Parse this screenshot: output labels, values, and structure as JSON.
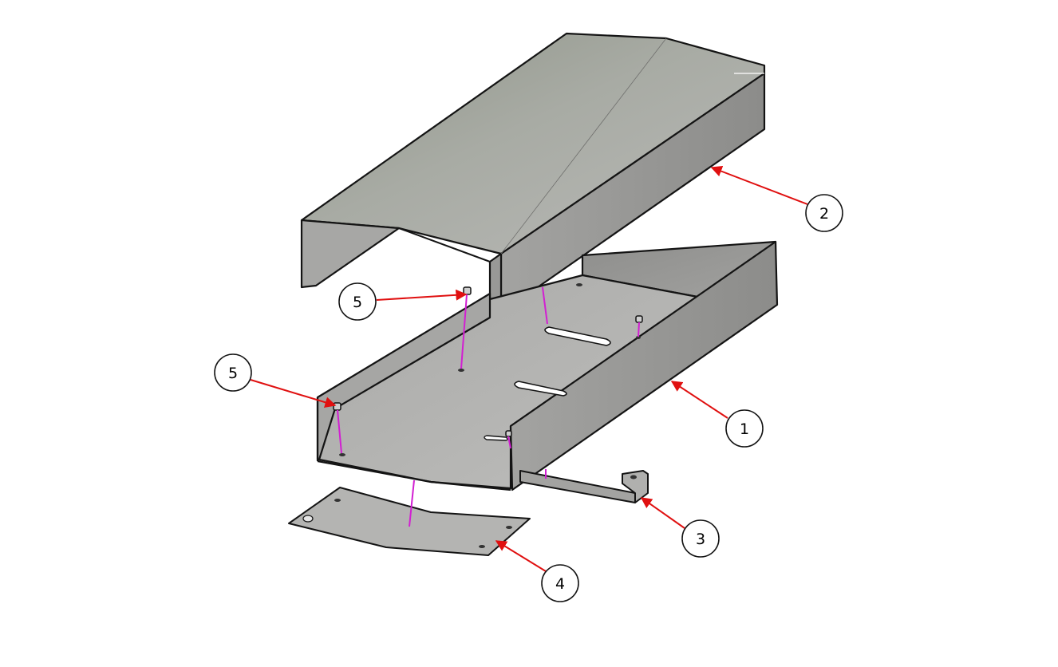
{
  "diagram": {
    "type": "exploded-assembly",
    "colors": {
      "metal_light": "#b2b2b0",
      "metal_mid": "#9c9c9a",
      "metal_dark": "#7d7d7b",
      "outline": "#141414",
      "leader_arrow": "#e01010",
      "assembly_line": "#d21fd2",
      "callout_fill": "#ffffff"
    },
    "callouts": [
      {
        "id": "callout-1",
        "label": "1",
        "part": "base-tray"
      },
      {
        "id": "callout-2",
        "label": "2",
        "part": "top-cover"
      },
      {
        "id": "callout-3",
        "label": "3",
        "part": "mounting-bracket"
      },
      {
        "id": "callout-4",
        "label": "4",
        "part": "bottom-plate"
      },
      {
        "id": "callout-5a",
        "label": "5",
        "part": "fastener"
      },
      {
        "id": "callout-5b",
        "label": "5",
        "part": "fastener"
      }
    ]
  }
}
